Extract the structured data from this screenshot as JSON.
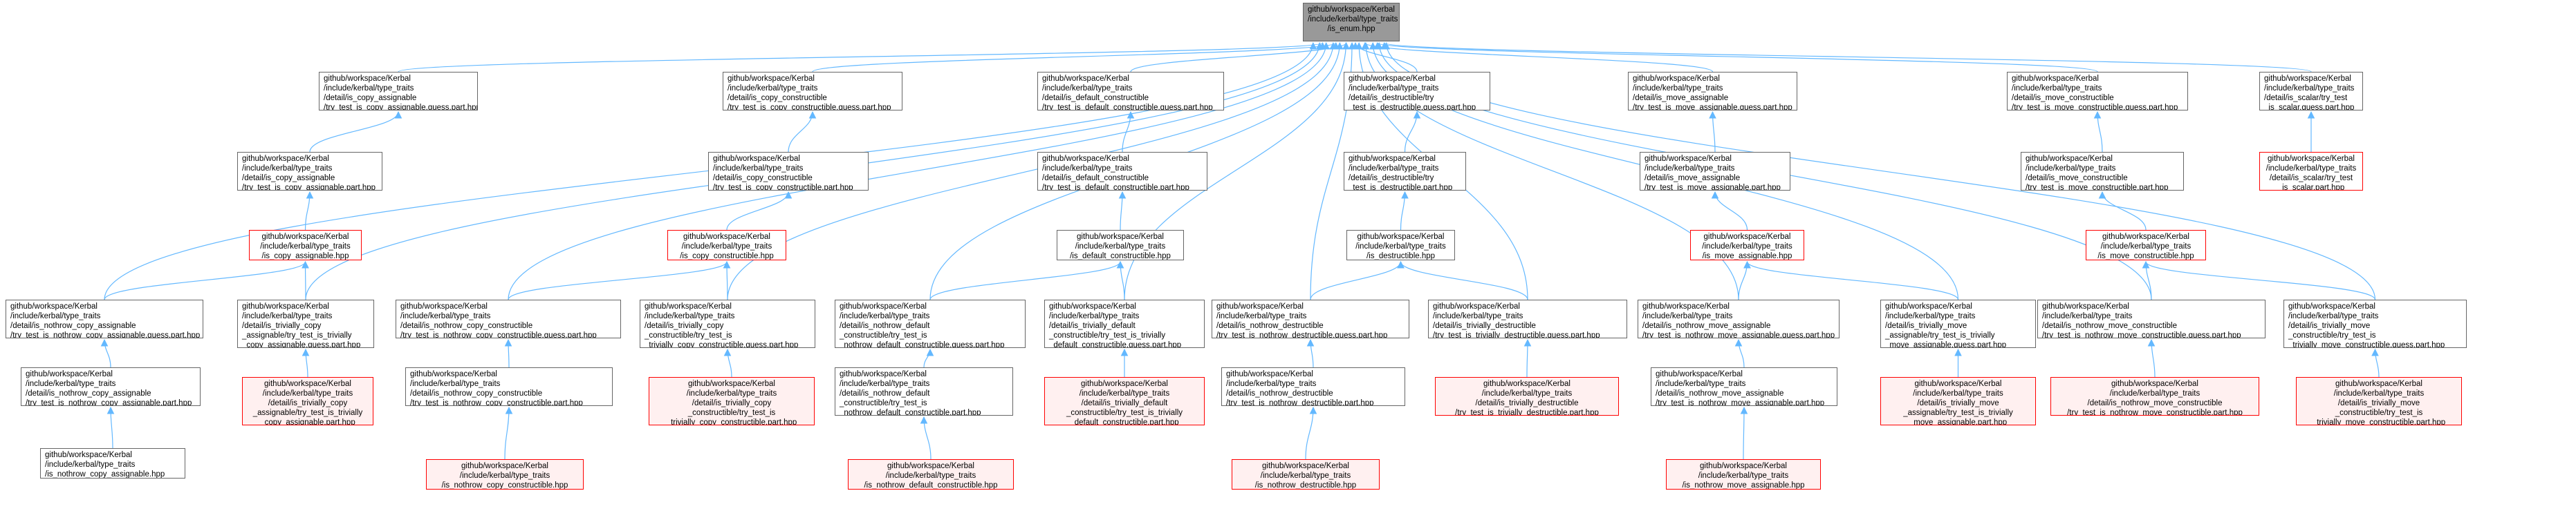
{
  "graph": {
    "title": "github/workspace/Kerbal/include/kerbal/type_traits/is_enum.hpp",
    "edge_color": "#63b8ff",
    "nodes": [
      {
        "id": "root",
        "text": "github/workspace/Kerbal\n/include/kerbal/type_traits\n/is_enum.hpp",
        "style": "root"
      },
      {
        "id": "ca_guess",
        "text": "github/workspace/Kerbal\n/include/kerbal/type_traits\n/detail/is_copy_assignable\n/try_test_is_copy_assignable.guess.part.hpp",
        "style": "normal"
      },
      {
        "id": "cc_guess",
        "text": "github/workspace/Kerbal\n/include/kerbal/type_traits\n/detail/is_copy_constructible\n/try_test_is_copy_constructible.guess.part.hpp",
        "style": "normal"
      },
      {
        "id": "dc_guess",
        "text": "github/workspace/Kerbal\n/include/kerbal/type_traits\n/detail/is_default_constructible\n/try_test_is_default_constructible.guess.part.hpp",
        "style": "normal"
      },
      {
        "id": "d_guess",
        "text": "github/workspace/Kerbal\n/include/kerbal/type_traits\n/detail/is_destructible/try\n_test_is_destructible.guess.part.hpp",
        "style": "normal"
      },
      {
        "id": "ma_guess",
        "text": "github/workspace/Kerbal\n/include/kerbal/type_traits\n/detail/is_move_assignable\n/try_test_is_move_assignable.guess.part.hpp",
        "style": "normal"
      },
      {
        "id": "mc_guess",
        "text": "github/workspace/Kerbal\n/include/kerbal/type_traits\n/detail/is_move_constructible\n/try_test_is_move_constructible.guess.part.hpp",
        "style": "normal"
      },
      {
        "id": "sc_guess",
        "text": "github/workspace/Kerbal\n/include/kerbal/type_traits\n/detail/is_scalar/try_test\n_is_scalar.guess.part.hpp",
        "style": "normal"
      },
      {
        "id": "ca_part",
        "text": "github/workspace/Kerbal\n/include/kerbal/type_traits\n/detail/is_copy_assignable\n/try_test_is_copy_assignable.part.hpp",
        "style": "normal"
      },
      {
        "id": "cc_part",
        "text": "github/workspace/Kerbal\n/include/kerbal/type_traits\n/detail/is_copy_constructible\n/try_test_is_copy_constructible.part.hpp",
        "style": "normal"
      },
      {
        "id": "dc_part",
        "text": "github/workspace/Kerbal\n/include/kerbal/type_traits\n/detail/is_default_constructible\n/try_test_is_default_constructible.part.hpp",
        "style": "normal"
      },
      {
        "id": "d_part",
        "text": "github/workspace/Kerbal\n/include/kerbal/type_traits\n/detail/is_destructible/try\n_test_is_destructible.part.hpp",
        "style": "normal"
      },
      {
        "id": "ma_part",
        "text": "github/workspace/Kerbal\n/include/kerbal/type_traits\n/detail/is_move_assignable\n/try_test_is_move_assignable.part.hpp",
        "style": "normal"
      },
      {
        "id": "mc_part",
        "text": "github/workspace/Kerbal\n/include/kerbal/type_traits\n/detail/is_move_constructible\n/try_test_is_move_constructible.part.hpp",
        "style": "normal"
      },
      {
        "id": "sc_part",
        "text": "github/workspace/Kerbal\n/include/kerbal/type_traits\n/detail/is_scalar/try_test\n_is_scalar.part.hpp",
        "style": "red"
      },
      {
        "id": "is_ca",
        "text": "github/workspace/Kerbal\n/include/kerbal/type_traits\n/is_copy_assignable.hpp",
        "style": "red"
      },
      {
        "id": "is_cc",
        "text": "github/workspace/Kerbal\n/include/kerbal/type_traits\n/is_copy_constructible.hpp",
        "style": "red"
      },
      {
        "id": "is_dc",
        "text": "github/workspace/Kerbal\n/include/kerbal/type_traits\n/is_default_constructible.hpp",
        "style": "normal"
      },
      {
        "id": "is_d",
        "text": "github/workspace/Kerbal\n/include/kerbal/type_traits\n/is_destructible.hpp",
        "style": "normal"
      },
      {
        "id": "is_ma",
        "text": "github/workspace/Kerbal\n/include/kerbal/type_traits\n/is_move_assignable.hpp",
        "style": "red"
      },
      {
        "id": "is_mc",
        "text": "github/workspace/Kerbal\n/include/kerbal/type_traits\n/is_move_constructible.hpp",
        "style": "red"
      },
      {
        "id": "nca_guess",
        "text": "github/workspace/Kerbal\n/include/kerbal/type_traits\n/detail/is_nothrow_copy_assignable\n/try_test_is_nothrow_copy_assignable.guess.part.hpp",
        "style": "normal"
      },
      {
        "id": "tca_guess",
        "text": "github/workspace/Kerbal\n/include/kerbal/type_traits\n/detail/is_trivially_copy\n_assignable/try_test_is_trivially\n_copy_assignable.guess.part.hpp",
        "style": "normal"
      },
      {
        "id": "ncc_guess",
        "text": "github/workspace/Kerbal\n/include/kerbal/type_traits\n/detail/is_nothrow_copy_constructible\n/try_test_is_nothrow_copy_constructible.guess.part.hpp",
        "style": "normal"
      },
      {
        "id": "tcc_guess",
        "text": "github/workspace/Kerbal\n/include/kerbal/type_traits\n/detail/is_trivially_copy\n_constructible/try_test_is\n_trivially_copy_constructible.guess.part.hpp",
        "style": "normal"
      },
      {
        "id": "ndc_guess",
        "text": "github/workspace/Kerbal\n/include/kerbal/type_traits\n/detail/is_nothrow_default\n_constructible/try_test_is\n_nothrow_default_constructible.guess.part.hpp",
        "style": "normal"
      },
      {
        "id": "tdc_guess",
        "text": "github/workspace/Kerbal\n/include/kerbal/type_traits\n/detail/is_trivially_default\n_constructible/try_test_is_trivially\n_default_constructible.guess.part.hpp",
        "style": "normal"
      },
      {
        "id": "nd_guess",
        "text": "github/workspace/Kerbal\n/include/kerbal/type_traits\n/detail/is_nothrow_destructible\n/try_test_is_nothrow_destructible.guess.part.hpp",
        "style": "normal"
      },
      {
        "id": "td_guess",
        "text": "github/workspace/Kerbal\n/include/kerbal/type_traits\n/detail/is_trivially_destructible\n/try_test_is_trivially_destructible.guess.part.hpp",
        "style": "normal"
      },
      {
        "id": "nma_guess",
        "text": "github/workspace/Kerbal\n/include/kerbal/type_traits\n/detail/is_nothrow_move_assignable\n/try_test_is_nothrow_move_assignable.guess.part.hpp",
        "style": "normal"
      },
      {
        "id": "tma_guess",
        "text": "github/workspace/Kerbal\n/include/kerbal/type_traits\n/detail/is_trivially_move\n_assignable/try_test_is_trivially\n_move_assignable.guess.part.hpp",
        "style": "normal"
      },
      {
        "id": "nmc_guess",
        "text": "github/workspace/Kerbal\n/include/kerbal/type_traits\n/detail/is_nothrow_move_constructible\n/try_test_is_nothrow_move_constructible.guess.part.hpp",
        "style": "normal"
      },
      {
        "id": "tmc_guess",
        "text": "github/workspace/Kerbal\n/include/kerbal/type_traits\n/detail/is_trivially_move\n_constructible/try_test_is\n_trivially_move_constructible.guess.part.hpp",
        "style": "normal"
      },
      {
        "id": "nca_part",
        "text": "github/workspace/Kerbal\n/include/kerbal/type_traits\n/detail/is_nothrow_copy_assignable\n/try_test_is_nothrow_copy_assignable.part.hpp",
        "style": "normal"
      },
      {
        "id": "tca_part",
        "text": "github/workspace/Kerbal\n/include/kerbal/type_traits\n/detail/is_trivially_copy\n_assignable/try_test_is_trivially\n_copy_assignable.part.hpp",
        "style": "pink"
      },
      {
        "id": "ncc_part",
        "text": "github/workspace/Kerbal\n/include/kerbal/type_traits\n/detail/is_nothrow_copy_constructible\n/try_test_is_nothrow_copy_constructible.part.hpp",
        "style": "normal"
      },
      {
        "id": "tcc_part",
        "text": "github/workspace/Kerbal\n/include/kerbal/type_traits\n/detail/is_trivially_copy\n_constructible/try_test_is\n_trivially_copy_constructible.part.hpp",
        "style": "pink"
      },
      {
        "id": "ndc_part",
        "text": "github/workspace/Kerbal\n/include/kerbal/type_traits\n/detail/is_nothrow_default\n_constructible/try_test_is\n_nothrow_default_constructible.part.hpp",
        "style": "normal"
      },
      {
        "id": "tdc_part",
        "text": "github/workspace/Kerbal\n/include/kerbal/type_traits\n/detail/is_trivially_default\n_constructible/try_test_is_trivially\n_default_constructible.part.hpp",
        "style": "pink"
      },
      {
        "id": "nd_part",
        "text": "github/workspace/Kerbal\n/include/kerbal/type_traits\n/detail/is_nothrow_destructible\n/try_test_is_nothrow_destructible.part.hpp",
        "style": "normal"
      },
      {
        "id": "td_part",
        "text": "github/workspace/Kerbal\n/include/kerbal/type_traits\n/detail/is_trivially_destructible\n/try_test_is_trivially_destructible.part.hpp",
        "style": "pink"
      },
      {
        "id": "nma_part",
        "text": "github/workspace/Kerbal\n/include/kerbal/type_traits\n/detail/is_nothrow_move_assignable\n/try_test_is_nothrow_move_assignable.part.hpp",
        "style": "normal"
      },
      {
        "id": "tma_part",
        "text": "github/workspace/Kerbal\n/include/kerbal/type_traits\n/detail/is_trivially_move\n_assignable/try_test_is_trivially\n_move_assignable.part.hpp",
        "style": "pink"
      },
      {
        "id": "nmc_part",
        "text": "github/workspace/Kerbal\n/include/kerbal/type_traits\n/detail/is_nothrow_move_constructible\n/try_test_is_nothrow_move_constructible.part.hpp",
        "style": "pink"
      },
      {
        "id": "tmc_part",
        "text": "github/workspace/Kerbal\n/include/kerbal/type_traits\n/detail/is_trivially_move\n_constructible/try_test_is\n_trivially_move_constructible.part.hpp",
        "style": "pink"
      },
      {
        "id": "is_nca",
        "text": "github/workspace/Kerbal\n/include/kerbal/type_traits\n/is_nothrow_copy_assignable.hpp",
        "style": "normal"
      },
      {
        "id": "is_ncc",
        "text": "github/workspace/Kerbal\n/include/kerbal/type_traits\n/is_nothrow_copy_constructible.hpp",
        "style": "pink"
      },
      {
        "id": "is_ndc",
        "text": "github/workspace/Kerbal\n/include/kerbal/type_traits\n/is_nothrow_default_constructible.hpp",
        "style": "pink"
      },
      {
        "id": "is_nd",
        "text": "github/workspace/Kerbal\n/include/kerbal/type_traits\n/is_nothrow_destructible.hpp",
        "style": "pink"
      },
      {
        "id": "is_nma",
        "text": "github/workspace/Kerbal\n/include/kerbal/type_traits\n/is_nothrow_move_assignable.hpp",
        "style": "pink"
      }
    ],
    "edges": [
      [
        "ca_guess",
        "root"
      ],
      [
        "cc_guess",
        "root"
      ],
      [
        "dc_guess",
        "root"
      ],
      [
        "d_guess",
        "root"
      ],
      [
        "ma_guess",
        "root"
      ],
      [
        "mc_guess",
        "root"
      ],
      [
        "sc_guess",
        "root"
      ],
      [
        "nca_guess",
        "root"
      ],
      [
        "tca_guess",
        "root"
      ],
      [
        "ncc_guess",
        "root"
      ],
      [
        "tcc_guess",
        "root"
      ],
      [
        "ndc_guess",
        "root"
      ],
      [
        "tdc_guess",
        "root"
      ],
      [
        "nd_guess",
        "root"
      ],
      [
        "td_guess",
        "root"
      ],
      [
        "nma_guess",
        "root"
      ],
      [
        "tma_guess",
        "root"
      ],
      [
        "nmc_guess",
        "root"
      ],
      [
        "tmc_guess",
        "root"
      ],
      [
        "ca_part",
        "ca_guess"
      ],
      [
        "cc_part",
        "cc_guess"
      ],
      [
        "dc_part",
        "dc_guess"
      ],
      [
        "d_part",
        "d_guess"
      ],
      [
        "ma_part",
        "ma_guess"
      ],
      [
        "mc_part",
        "mc_guess"
      ],
      [
        "sc_part",
        "sc_guess"
      ],
      [
        "is_ca",
        "ca_part"
      ],
      [
        "is_cc",
        "cc_part"
      ],
      [
        "is_dc",
        "dc_part"
      ],
      [
        "is_d",
        "d_part"
      ],
      [
        "is_ma",
        "ma_part"
      ],
      [
        "is_mc",
        "mc_part"
      ],
      [
        "nca_guess",
        "is_ca"
      ],
      [
        "tca_guess",
        "is_ca"
      ],
      [
        "ncc_guess",
        "is_cc"
      ],
      [
        "tcc_guess",
        "is_cc"
      ],
      [
        "ndc_guess",
        "is_dc"
      ],
      [
        "tdc_guess",
        "is_dc"
      ],
      [
        "nd_guess",
        "is_d"
      ],
      [
        "td_guess",
        "is_d"
      ],
      [
        "nma_guess",
        "is_ma"
      ],
      [
        "tma_guess",
        "is_ma"
      ],
      [
        "nmc_guess",
        "is_mc"
      ],
      [
        "tmc_guess",
        "is_mc"
      ],
      [
        "nca_part",
        "nca_guess"
      ],
      [
        "tca_part",
        "tca_guess"
      ],
      [
        "ncc_part",
        "ncc_guess"
      ],
      [
        "tcc_part",
        "tcc_guess"
      ],
      [
        "ndc_part",
        "ndc_guess"
      ],
      [
        "tdc_part",
        "tdc_guess"
      ],
      [
        "nd_part",
        "nd_guess"
      ],
      [
        "td_part",
        "td_guess"
      ],
      [
        "nma_part",
        "nma_guess"
      ],
      [
        "tma_part",
        "tma_guess"
      ],
      [
        "nmc_part",
        "nmc_guess"
      ],
      [
        "tmc_part",
        "tmc_guess"
      ],
      [
        "is_nca",
        "nca_part"
      ],
      [
        "is_ncc",
        "ncc_part"
      ],
      [
        "is_ndc",
        "ndc_part"
      ],
      [
        "is_nd",
        "nd_part"
      ],
      [
        "is_nma",
        "nma_part"
      ]
    ]
  }
}
